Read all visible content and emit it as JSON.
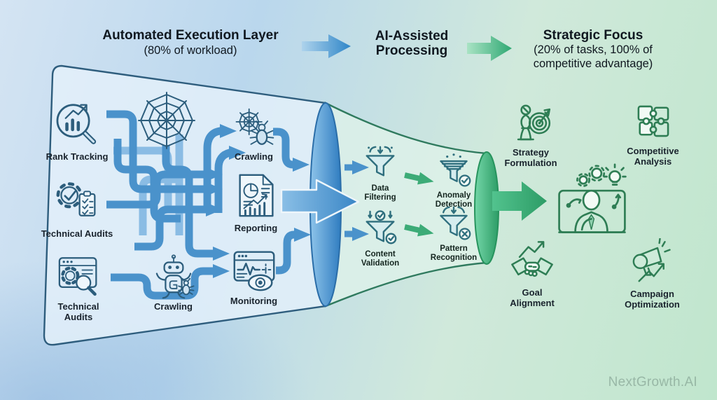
{
  "stage_headers": {
    "automation_title": "Automated Execution Layer",
    "automation_subtitle": "(80% of workload)",
    "ai_title_line1": "AI-Assisted",
    "ai_title_line2": "Processing",
    "strategic_title": "Strategic Focus",
    "strategic_subtitle_line1": "(20% of tasks, 100% of",
    "strategic_subtitle_line2": "competitive advantage)"
  },
  "automation_nodes": [
    {
      "label": "Rank Tracking",
      "icon": "rank-tracking-icon"
    },
    {
      "label": "Technical Audits",
      "icon": "gear-checklist-icon"
    },
    {
      "label": "Technical Audits",
      "icon": "site-audit-icon"
    },
    {
      "label": "Crawling",
      "icon": "spider-web-bug-icon"
    },
    {
      "label": "Reporting",
      "icon": "report-document-icon"
    },
    {
      "label": "Monitoring",
      "icon": "monitoring-screen-icon"
    },
    {
      "label": "Crawling",
      "icon": "robot-bug-icon"
    }
  ],
  "processing_nodes": [
    {
      "label": "Data Filtering",
      "icon": "funnel-filter-icon"
    },
    {
      "label": "Content Validation",
      "icon": "funnel-check-icon"
    },
    {
      "label": "Anomaly Detection",
      "icon": "funnel-anomaly-icon"
    },
    {
      "label": "Pattern Recognition",
      "icon": "funnel-pattern-icon"
    }
  ],
  "strategic_nodes": [
    {
      "label": "Strategy Formulation",
      "icon": "chess-target-icon"
    },
    {
      "label": "Competitive Analysis",
      "icon": "puzzle-icon"
    },
    {
      "label": "Goal Alignment",
      "icon": "handshake-icon"
    },
    {
      "label": "Campaign Optimization",
      "icon": "megaphone-growth-icon"
    }
  ],
  "watermark": "NextGrowth.AI",
  "colors": {
    "pipe_blue": "#4a92cb",
    "funnel_outline_blue": "#2e5d7d",
    "funnel_outline_green": "#2f7a5e",
    "accent_blue": "#2e7dc0",
    "accent_green": "#2fa873"
  }
}
